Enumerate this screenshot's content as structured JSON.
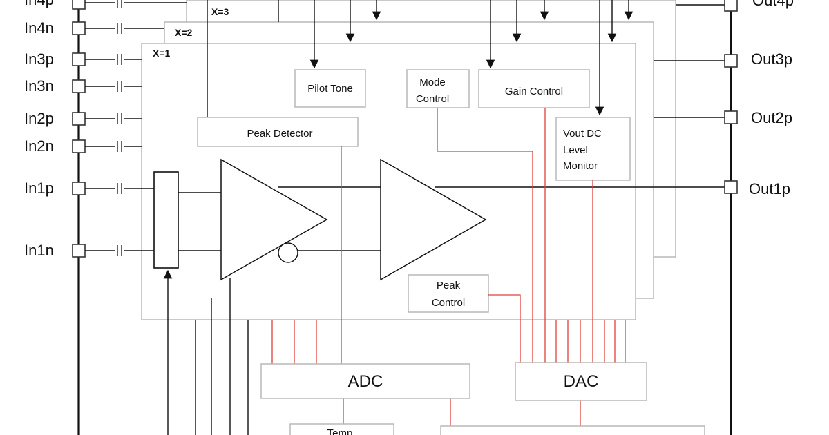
{
  "inputs": [
    "In4p",
    "In4n",
    "In3p",
    "In3n",
    "In2p",
    "In2n",
    "In1p",
    "In1n"
  ],
  "outputs": [
    "Out4p",
    "Out3p",
    "Out2p",
    "Out1p"
  ],
  "channel_labels": [
    "X=3",
    "X=2",
    "X=1"
  ],
  "blocks": {
    "pilot_tone": "Pilot Tone",
    "mode_control": [
      "Mode",
      "Control"
    ],
    "gain_control": "Gain Control",
    "peak_detector": "Peak Detector",
    "vout_monitor": [
      "Vout DC",
      "Level",
      "Monitor"
    ],
    "peak_control": [
      "Peak",
      "Control"
    ],
    "adc": "ADC",
    "dac": "DAC",
    "temp": "Temp"
  },
  "colors": {
    "control_lines": "#e0403a",
    "signal_lines": "#111111",
    "block_border": "#b8b8b8"
  }
}
